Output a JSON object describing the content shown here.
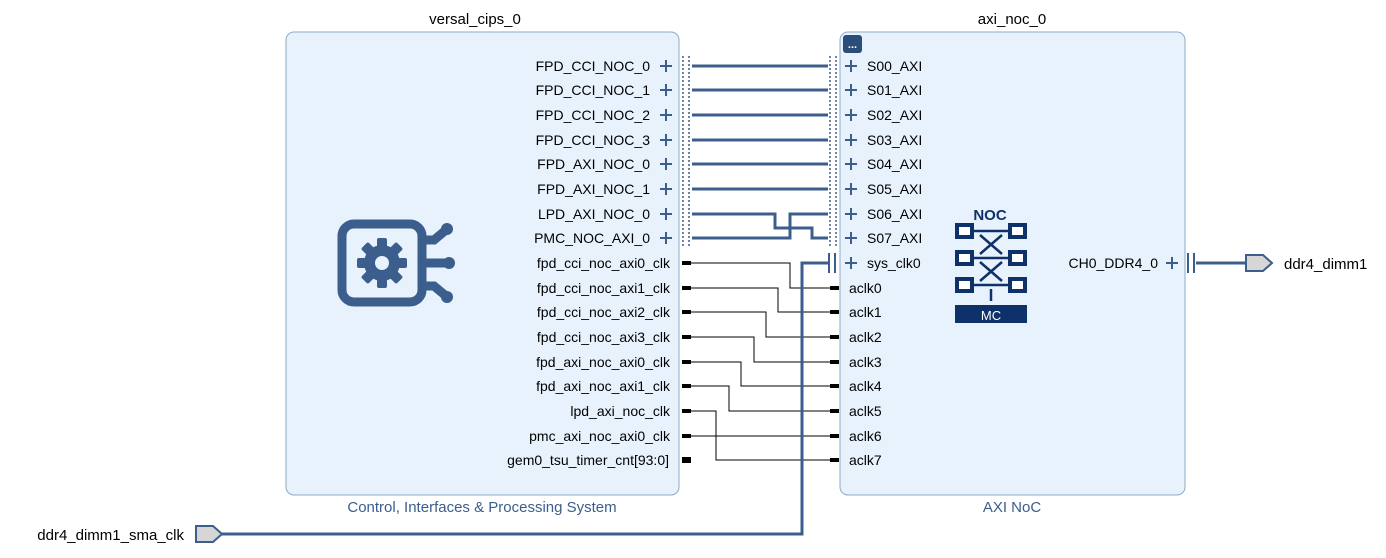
{
  "blocks": {
    "cips": {
      "title": "versal_cips_0",
      "subtitle": "Control, Interfaces & Processing System",
      "axi_ports": [
        "FPD_CCI_NOC_0",
        "FPD_CCI_NOC_1",
        "FPD_CCI_NOC_2",
        "FPD_CCI_NOC_3",
        "FPD_AXI_NOC_0",
        "FPD_AXI_NOC_1",
        "LPD_AXI_NOC_0",
        "PMC_NOC_AXI_0"
      ],
      "clk_ports": [
        "fpd_cci_noc_axi0_clk",
        "fpd_cci_noc_axi1_clk",
        "fpd_cci_noc_axi2_clk",
        "fpd_cci_noc_axi3_clk",
        "fpd_axi_noc_axi0_clk",
        "fpd_axi_noc_axi1_clk",
        "lpd_axi_noc_clk",
        "pmc_axi_noc_axi0_clk",
        "gem0_tsu_timer_cnt[93:0]"
      ]
    },
    "noc": {
      "title": "axi_noc_0",
      "subtitle": "AXI NoC",
      "axi_ports": [
        "S00_AXI",
        "S01_AXI",
        "S02_AXI",
        "S03_AXI",
        "S04_AXI",
        "S05_AXI",
        "S06_AXI",
        "S07_AXI",
        "sys_clk0"
      ],
      "clk_ports": [
        "aclk0",
        "aclk1",
        "aclk2",
        "aclk3",
        "aclk4",
        "aclk5",
        "aclk6",
        "aclk7"
      ],
      "output_port": "CH0_DDR4_0",
      "logo_top": "NOC",
      "logo_bottom": "MC",
      "menu_icon": "..."
    }
  },
  "external_ports": {
    "ddr4_out": "ddr4_dimm1",
    "clk_in": "ddr4_dimm1_sma_clk"
  },
  "colors": {
    "block_fill": "#e8f2fd",
    "block_stroke": "#8fa9c8",
    "bus": "#3b5e8c",
    "noc_logo": "#0f3169",
    "port_fill": "#d6d6d6"
  }
}
